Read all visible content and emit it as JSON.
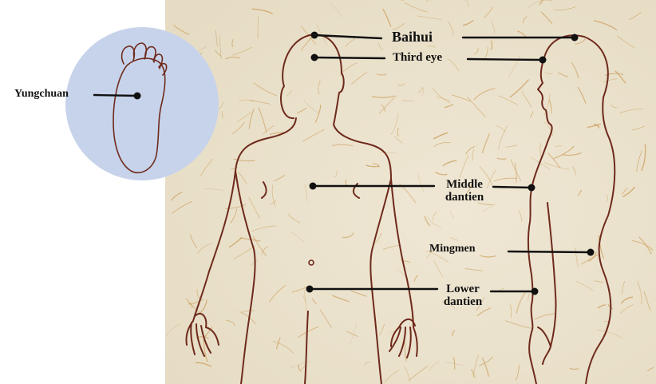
{
  "labels": {
    "baihui": "Baihui",
    "third_eye": "Third eye",
    "yungchuan": "Yungchuan",
    "middle_dantien_line1": "Middle",
    "middle_dantien_line2": "dantien",
    "mingmen": "Mingmen",
    "lower_dantien_line1": "Lower",
    "lower_dantien_line2": "dantien"
  },
  "colors": {
    "paper_background": "#ece3cf",
    "fiber": "#c99a55",
    "body_outline": "#6e2a1c",
    "foot_circle": "#c7d3ea",
    "point_marker": "#111111",
    "page_white": "#ffffff"
  }
}
